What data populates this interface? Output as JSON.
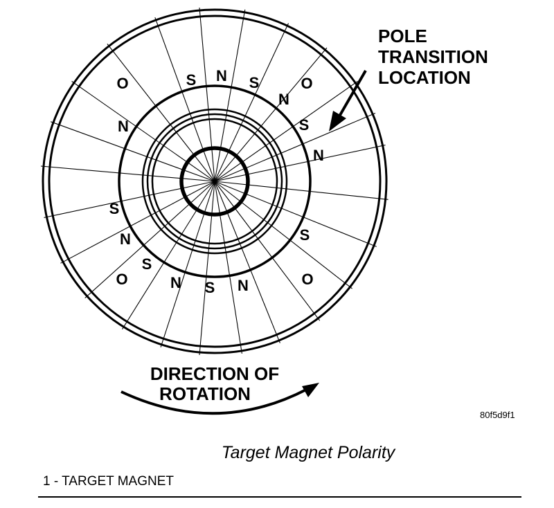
{
  "diagram": {
    "callout_pole_transition": [
      "POLE",
      "TRANSITION",
      "LOCATION"
    ],
    "direction_label": [
      "DIRECTION OF",
      "ROTATION"
    ],
    "figure_code": "80f5d9f1",
    "poles": {
      "n_top": "N",
      "s_top_left": "S",
      "s_top_right": "S",
      "n_top_right": "N",
      "s_right_upper": "S",
      "n_right": "N",
      "s_right_lower": "S",
      "n_bottom_right": "N",
      "s_bottom": "S",
      "n_bottom_left": "N",
      "s_bottom_left": "S",
      "n_left_lower": "N",
      "s_left": "S",
      "n_left_upper": "N",
      "o_top_left": "O",
      "o_top_right": "O",
      "o_bottom_left": "O",
      "o_bottom_right": "O"
    }
  },
  "caption": "Target Magnet Polarity",
  "legend": "1 - TARGET MAGNET"
}
